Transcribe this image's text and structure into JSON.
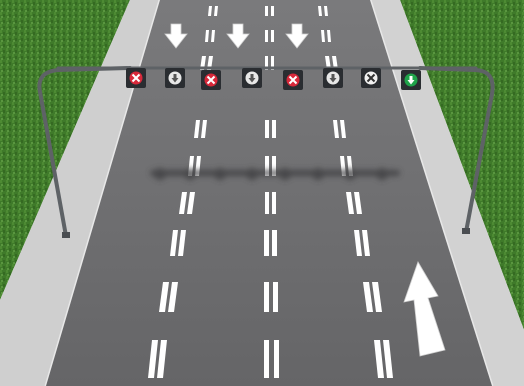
{
  "scene": {
    "description_type": "multi-lane road with overhead lane-control signals",
    "lanes": 4,
    "signal_gantry": {
      "signals": [
        {
          "lane": 1,
          "type": "red-cross-icon"
        },
        {
          "lane": 1,
          "type": "down-arrow-signal-icon"
        },
        {
          "lane": 2,
          "type": "red-cross-icon"
        },
        {
          "lane": 2,
          "type": "down-arrow-signal-icon"
        },
        {
          "lane": 3,
          "type": "red-cross-icon"
        },
        {
          "lane": 3,
          "type": "down-arrow-signal-icon"
        },
        {
          "lane": 4,
          "type": "white-cross-icon"
        },
        {
          "lane": 4,
          "type": "green-down-arrow-signal-icon"
        }
      ]
    },
    "painted_arrows": [
      {
        "lane": 1,
        "direction": "down"
      },
      {
        "lane": 2,
        "direction": "down"
      },
      {
        "lane": 3,
        "direction": "down"
      },
      {
        "lane": 4,
        "direction": "up"
      }
    ],
    "colors": {
      "grass": "#3f7a2a",
      "grass_light": "#5a9640",
      "road": "#6e6e70",
      "sidewalk": "#cfcfcf",
      "lane_marking": "#ffffff",
      "gantry": "#5e6266",
      "signal_red": "#d8283a",
      "signal_green": "#1fa34a"
    }
  }
}
